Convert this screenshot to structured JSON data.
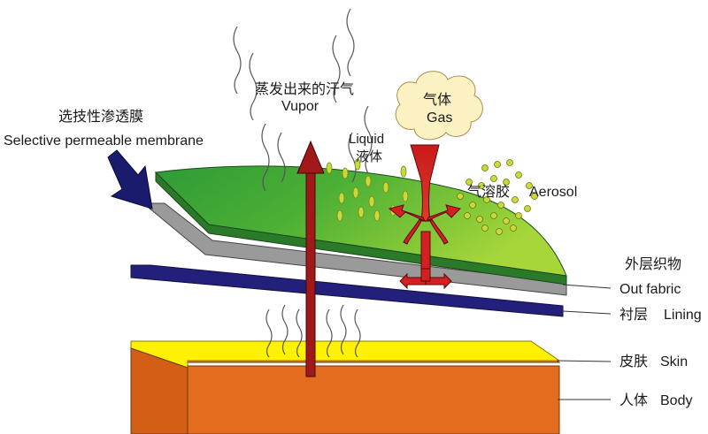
{
  "labels": {
    "vapor_cn": "蒸发出来的汗气",
    "vapor_en": "Vupor",
    "membrane_cn": "选技性渗透膜",
    "membrane_en": "Selective permeable membrane",
    "liquid_en": "Liquid",
    "liquid_cn": "液体",
    "gas_cn": "气体",
    "gas_en": "Gas",
    "aerosol_cn": "气溶胶",
    "aerosol_en": "Aerosol",
    "outfabric_cn": "外层织物",
    "outfabric_en": "Out fabric",
    "lining_cn": "衬层",
    "lining_en": "Lining",
    "skin_cn": "皮肤",
    "skin_en": "Skin",
    "body_cn": "人体",
    "body_en": "Body"
  },
  "colors": {
    "green_top": "#3fa536",
    "green_light": "#9fd43a",
    "membrane_gray": "#9a9a9a",
    "lining_navy": "#22207a",
    "skin_yellow": "#fff200",
    "body_orange": "#e2661c",
    "body_front": "#e86d1f",
    "arrow_red": "#d42020",
    "droplet": "#c9d83a",
    "gas_cloud": "#fbf1c2"
  }
}
